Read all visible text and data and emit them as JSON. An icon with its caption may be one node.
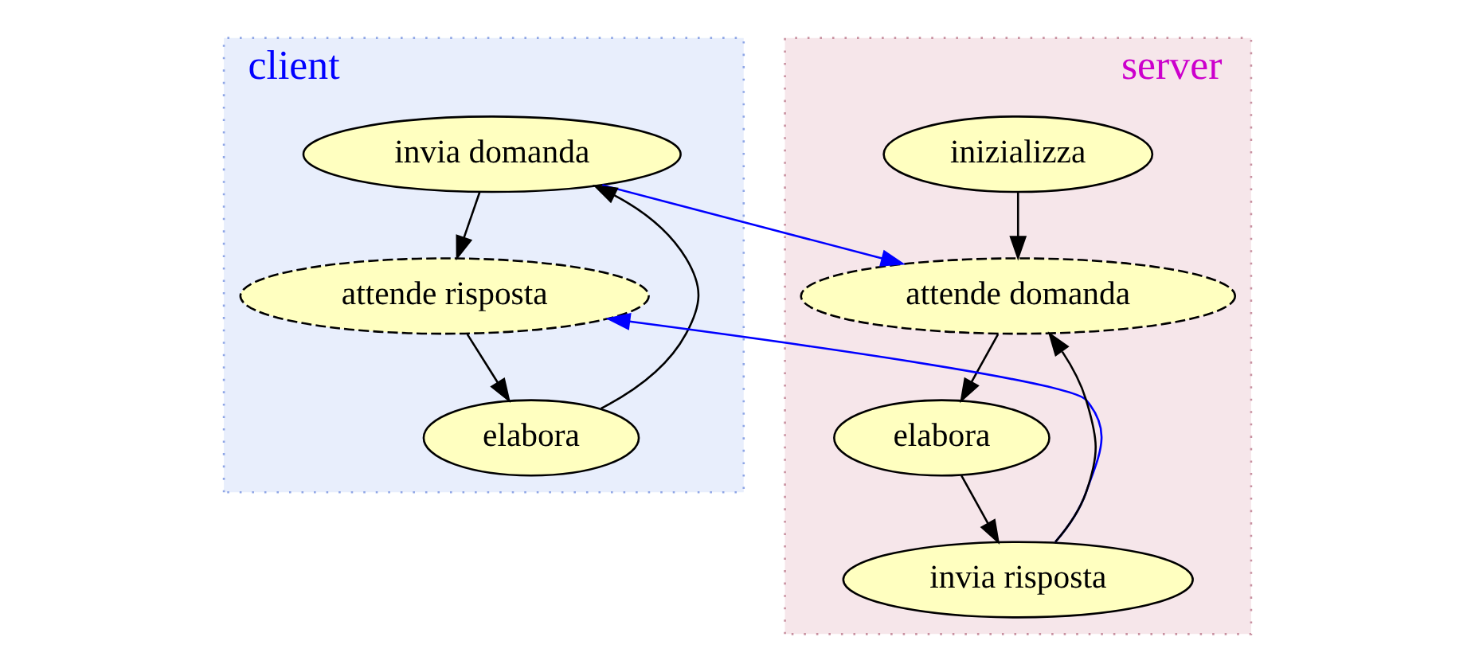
{
  "diagram": {
    "nodes": [
      {
        "text": [
          "client"
        ]
      },
      {
        "text": [
          "invia domanda"
        ],
        "in": 0
      },
      {
        "text": [
          "elabora"
        ],
        "in": 0
      },
      {
        "text": [
          "attende risposta"
        ],
        "in": 0
      },
      {
        "text": [
          "server"
        ]
      },
      {
        "text": [
          "inizializza"
        ],
        "in": 4
      },
      {
        "text": [
          "attende domanda"
        ],
        "in": 4
      },
      {
        "text": [
          "elabora"
        ],
        "in": 4
      },
      {
        "text": [
          "invia risposta"
        ],
        "in": 4
      }
    ],
    "edges": [
      {
        "from": 2,
        "to": 1,
        "arrow": "to"
      },
      {
        "from": 1,
        "to": 3,
        "arrow": "to"
      },
      {
        "from": 3,
        "to": 2,
        "arrow": "to"
      },
      {
        "from": 1,
        "to": 6,
        "arrow": "to",
        "color": "#0000ff"
      },
      {
        "from": 5,
        "to": 6,
        "arrow": "to"
      },
      {
        "from": 6,
        "to": 7,
        "arrow": "to"
      },
      {
        "from": 7,
        "to": 8,
        "arrow": "to"
      },
      {
        "from": 8,
        "to": 6,
        "arrow": "to"
      },
      {
        "from": 8,
        "to": 3,
        "arrow": "to",
        "color": "#0000ff"
      }
    ]
  }
}
